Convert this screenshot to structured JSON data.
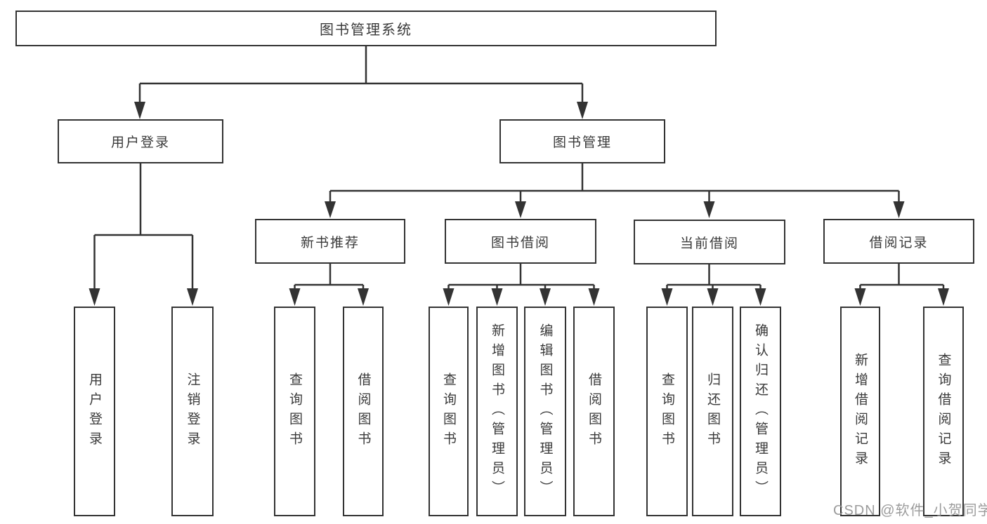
{
  "tree": {
    "label": "图书管理系统",
    "children": [
      {
        "label": "用户登录",
        "children": [
          {
            "label": "用户登录"
          },
          {
            "label": "注销登录"
          }
        ]
      },
      {
        "label": "图书管理",
        "children": [
          {
            "label": "新书推荐",
            "children": [
              {
                "label": "查询图书"
              },
              {
                "label": "借阅图书"
              }
            ]
          },
          {
            "label": "图书借阅",
            "children": [
              {
                "label": "查询图书"
              },
              {
                "label": "新增图书（管理员）"
              },
              {
                "label": "编辑图书（管理员）"
              },
              {
                "label": "借阅图书"
              }
            ]
          },
          {
            "label": "当前借阅",
            "children": [
              {
                "label": "查询图书"
              },
              {
                "label": "归还图书"
              },
              {
                "label": "确认归还（管理员）"
              }
            ]
          },
          {
            "label": "借阅记录",
            "children": [
              {
                "label": "新增借阅记录"
              },
              {
                "label": "查询借阅记录"
              }
            ]
          }
        ]
      }
    ]
  },
  "watermark": {
    "text": "CSDN @软件_小贺同学"
  },
  "colors": {
    "line": "#333333",
    "box_border": "#333333",
    "text": "#3a3a3a",
    "watermark": "#949494",
    "background": "#ffffff"
  }
}
